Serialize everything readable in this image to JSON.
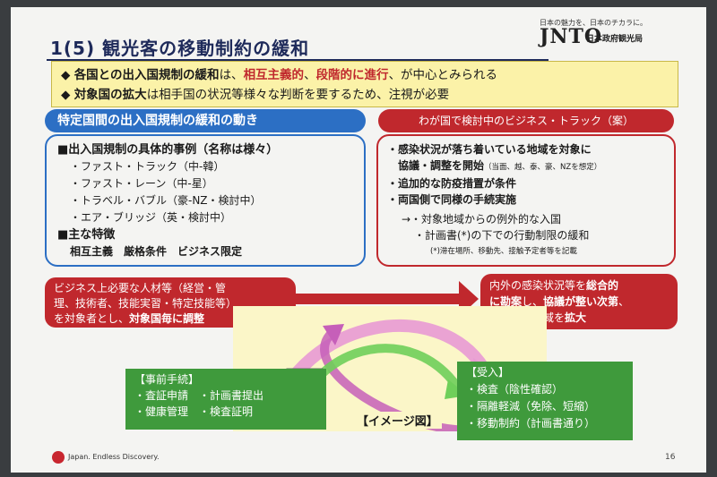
{
  "header": {
    "title": "1(5) 観光客の移動制約の緩和",
    "logo_tagline": "日本の魅力を、日本のチカラに。",
    "logo_text": "JNTO",
    "logo_sub": "日本政府観光局"
  },
  "summary": {
    "line1_a": "各国との出入国規制の緩和",
    "line1_b": "は、",
    "line1_c": "相互主義的",
    "line1_d": "、",
    "line1_e": "段階的に進行",
    "line1_f": "、が中心とみられる",
    "line2_a": "対象国の拡大",
    "line2_b": "は相手国の状況等様々な判断を要するため、注視が必要"
  },
  "left_panel": {
    "header": "特定国間の出入国規制の緩和の動き",
    "section1": "■出入国規制の具体的事例（名称は様々）",
    "items": [
      "・ファスト・トラック（中-韓）",
      "・ファスト・レーン（中-星）",
      "・トラベル・バブル（豪-NZ・検討中）",
      "・エア・ブリッジ（英・検討中）"
    ],
    "section2": "■主な特徴",
    "features": "相互主義　厳格条件　ビジネス限定"
  },
  "right_panel": {
    "header": "わが国で検討中のビジネス・トラック（案）",
    "line1": "・感染状況が落ち着いている地域を対象に",
    "line2_a": "協議・調整を開始",
    "line2_b": "（当面、越、泰、豪、NZを想定）",
    "line3": "・追加的な防疫措置が条件",
    "line4": "・両国側で同様の手続実施",
    "line5": "→・対象地域からの例外的な入国",
    "line6": "・計画書(*)の下での行動制限の緩和",
    "note": "(*)滞在場所、移動先、接触予定者等を記載"
  },
  "bottom_left": {
    "line1": "ビジネス上必要な人材等（経営・管",
    "line2": "理、技術者、技能実習・特定技能等）",
    "line3_a": "を対象者とし、",
    "line3_b": "対象国毎に調整"
  },
  "bottom_right": {
    "line1_a": "内外の感染状況等を",
    "line1_b": "総合的",
    "line2_a": "に勘案",
    "line2_b": "し、",
    "line2_c": "協議が整い次第",
    "line2_d": "、",
    "line3_a": "対象国・地域を",
    "line3_b": "拡大"
  },
  "pre_procedure": {
    "title": "【事前手続】",
    "col1": [
      "・査証申請",
      "・健康管理"
    ],
    "col2": [
      "・計画書提出",
      "・検査証明"
    ]
  },
  "acceptance": {
    "title": "【受入】",
    "items": [
      "・検査（陰性確認）",
      "・隔離軽減（免除、短縮）",
      "・移動制約（計画書通り）"
    ]
  },
  "image_label": "【イメージ図】",
  "footer": {
    "brand": "Japan. Endless Discovery.",
    "page": "16"
  },
  "colors": {
    "blue": "#2c6fc4",
    "red": "#c0282d",
    "green": "#3f9a3c",
    "yellow": "#fbf2a8",
    "title": "#1e2a5a"
  }
}
